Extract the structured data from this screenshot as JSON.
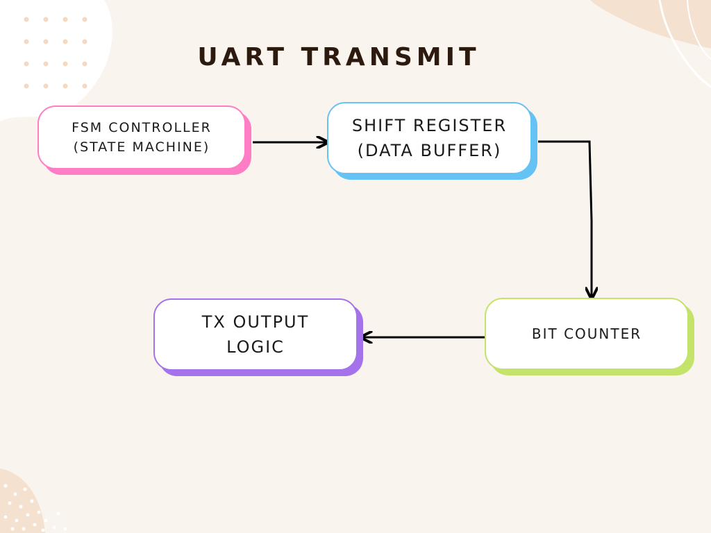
{
  "title": "UART TRANSMIT",
  "colors": {
    "background": "#faf4ee",
    "fsm": "#ff7dc4",
    "shift": "#65c2f5",
    "counter": "#c3e36a",
    "tx": "#a472ea",
    "arrow": "#000000"
  },
  "nodes": {
    "fsm": {
      "label": "FSM CONTROLLER\n(STATE MACHINE)"
    },
    "shift": {
      "label": "SHIFT REGISTER\n(DATA BUFFER)"
    },
    "counter": {
      "label": "BIT COUNTER"
    },
    "tx": {
      "label": "TX OUTPUT\nLOGIC"
    }
  },
  "edges": [
    {
      "from": "fsm",
      "to": "shift"
    },
    {
      "from": "shift",
      "to": "counter"
    },
    {
      "from": "counter",
      "to": "tx"
    }
  ]
}
